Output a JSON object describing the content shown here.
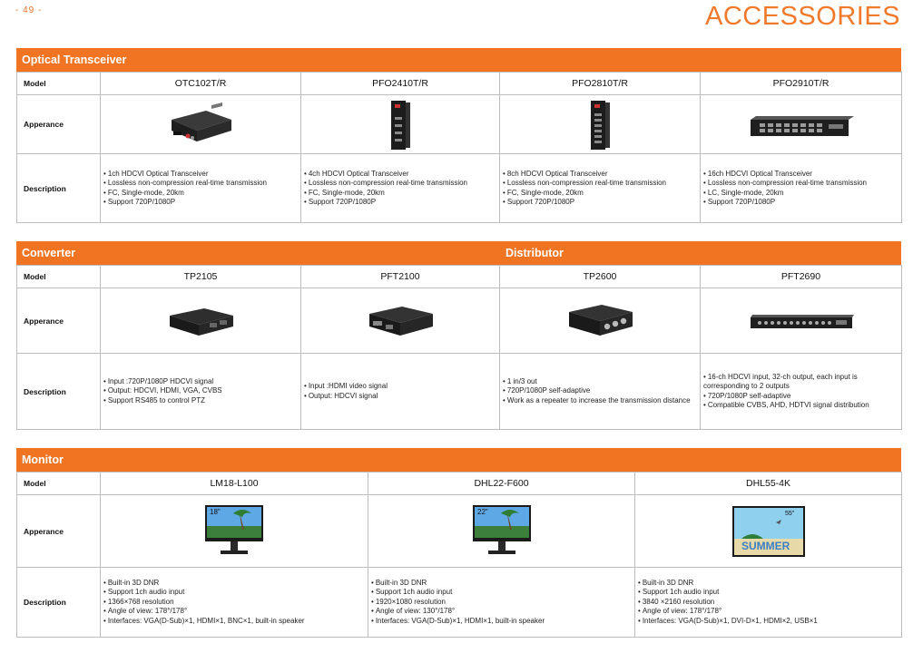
{
  "page": {
    "number": "- 49 -",
    "title": "ACCESSORIES"
  },
  "row_labels": {
    "model": "Model",
    "appearance": "Apperance",
    "description": "Description"
  },
  "optical": {
    "header": "Optical Transceiver",
    "products": [
      {
        "model": "OTC102T/R",
        "desc": [
          "1ch HDCVI Optical Transceiver",
          "Lossless non-compression real-time transmission",
          "FC, Single-mode, 20km",
          "Support 720P/1080P"
        ]
      },
      {
        "model": "PFO2410T/R",
        "desc": [
          "4ch HDCVI Optical Transceiver",
          "Lossless non-compression real-time transmission",
          "FC, Single-mode, 20km",
          "Support 720P/1080P"
        ]
      },
      {
        "model": "PFO2810T/R",
        "desc": [
          "8ch HDCVI Optical Transceiver",
          "Lossless non-compression real-time transmission",
          "FC, Single-mode, 20km",
          "Support 720P/1080P"
        ]
      },
      {
        "model": "PFO2910T/R",
        "desc": [
          "16ch HDCVI Optical Transceiver",
          "Lossless non-compression real-time transmission",
          "LC, Single-mode, 20km",
          "Support 720P/1080P"
        ]
      }
    ]
  },
  "converter": {
    "header_left": "Converter",
    "header_right": "Distributor",
    "products": [
      {
        "model": "TP2105",
        "desc": [
          "Input :720P/1080P HDCVI signal",
          "Output: HDCVI, HDMI, VGA, CVBS",
          "Support RS485 to control PTZ"
        ]
      },
      {
        "model": "PFT2100",
        "desc": [
          "Input :HDMI video signal",
          "Output: HDCVI signal"
        ]
      },
      {
        "model": "TP2600",
        "desc": [
          "1 in/3 out",
          "720P/1080P self-adaptive",
          "Work as a repeater to increase the transmission distance"
        ]
      },
      {
        "model": "PFT2690",
        "desc": [
          "16-ch HDCVI input, 32-ch output, each input is corresponding to 2 outputs",
          "720P/1080P self-adaptive",
          "Compatible CVBS, AHD, HDTVI signal distribution"
        ]
      }
    ]
  },
  "monitor": {
    "header": "Monitor",
    "products": [
      {
        "model": "LM18-L100",
        "size": "18\"",
        "desc": [
          "Built-in 3D DNR",
          "Support 1ch audio input",
          "1366×768 resolution",
          "Angle of view: 178°/178°",
          "Interfaces: VGA(D-Sub)×1, HDMI×1, BNC×1, built-in speaker"
        ]
      },
      {
        "model": "DHL22-F600",
        "size": "22\"",
        "desc": [
          "Built-in 3D DNR",
          "Support 1ch audio input",
          "1920×1080 resolution",
          "Angle of view: 130°/178°",
          "Interfaces: VGA(D-Sub)×1, HDMI×1, built-in speaker"
        ]
      },
      {
        "model": "DHL55-4K",
        "size": "55\"",
        "screen_text": "SUMMER",
        "desc": [
          "Built-in 3D DNR",
          "Support 1ch audio input",
          "3840 ×2160 resolution",
          "Angle of view: 178°/178°",
          "Interfaces: VGA(D-Sub)×1, DVI-D×1, HDMI×2, USB×1"
        ]
      }
    ]
  },
  "colors": {
    "accent": "#f07422",
    "title": "#f07a2c",
    "border": "#bdbdbd"
  }
}
